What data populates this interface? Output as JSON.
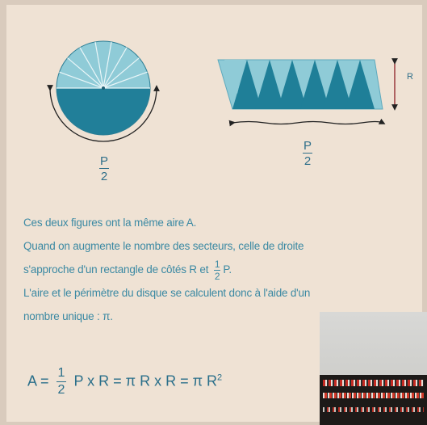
{
  "figures": {
    "left_label": {
      "numerator": "P",
      "denominator": "2"
    },
    "right_label": {
      "numerator": "P",
      "denominator": "2"
    },
    "height_label": "R"
  },
  "text": {
    "line1": "Ces deux figures ont la même aire A.",
    "line2": "Quand on augmente le nombre des secteurs, celle de droite",
    "line3_before": "s'approche d'un rectangle de côtés R et",
    "line3_frac_num": "1",
    "line3_frac_den": "2",
    "line3_after": "P.",
    "line4": "L'aire et le périmètre du disque se calculent donc à l'aide d'un",
    "line5": "nombre unique : π."
  },
  "formula": {
    "lhs": "A =",
    "frac_num": "1",
    "frac_den": "2",
    "rhs": "P x R = π R x R = π R",
    "exponent": "2"
  },
  "colors": {
    "page_background": "#efe2d4",
    "sector_light": "#8fcbd7",
    "sector_dark": "#1f7f98",
    "text": "#3b89a3"
  }
}
